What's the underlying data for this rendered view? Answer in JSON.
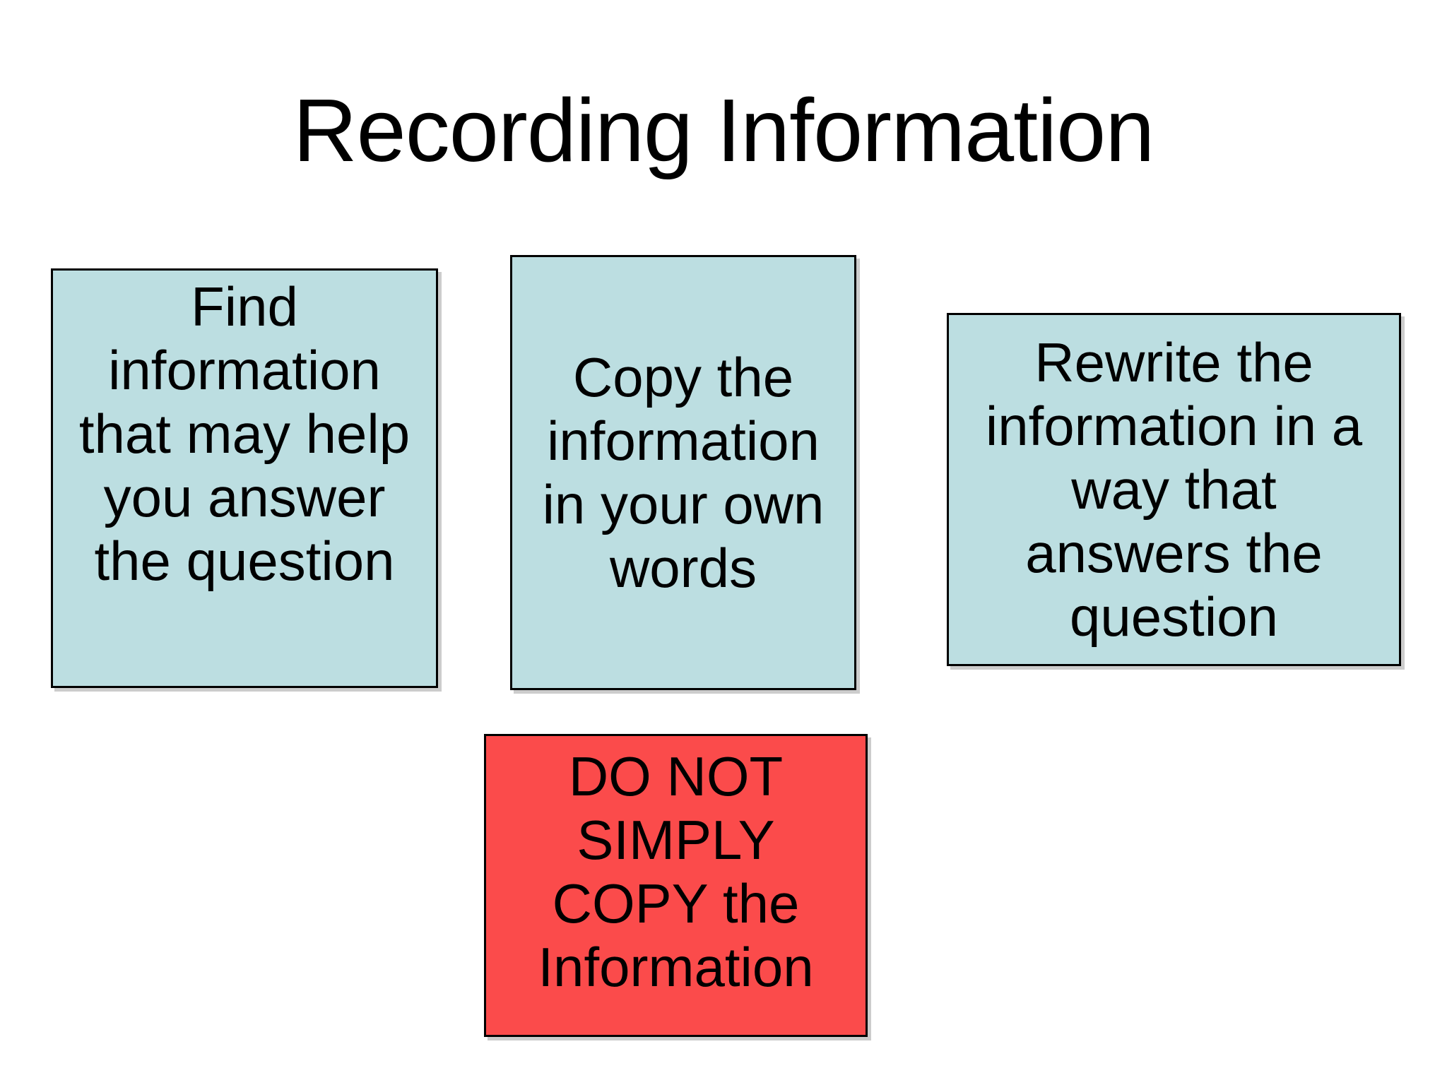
{
  "slide": {
    "title": "Recording Information",
    "colors": {
      "background": "#FFFFFF",
      "step_box_fill": "#BCDEE1",
      "warning_box_fill": "#FB4B4B",
      "box_border": "#000000",
      "text": "#000000"
    },
    "boxes": {
      "find": {
        "lines": [
          "Find",
          "information",
          "that may help",
          "you answer",
          "the question"
        ]
      },
      "copy": {
        "lines": [
          "Copy the",
          "information",
          "in your own",
          "words"
        ]
      },
      "rewrite": {
        "lines": [
          "Rewrite the",
          "information in a",
          "way that",
          "answers the",
          "question"
        ]
      },
      "warning": {
        "lines": [
          "DO NOT",
          "SIMPLY",
          "COPY the",
          "Information"
        ]
      }
    }
  }
}
